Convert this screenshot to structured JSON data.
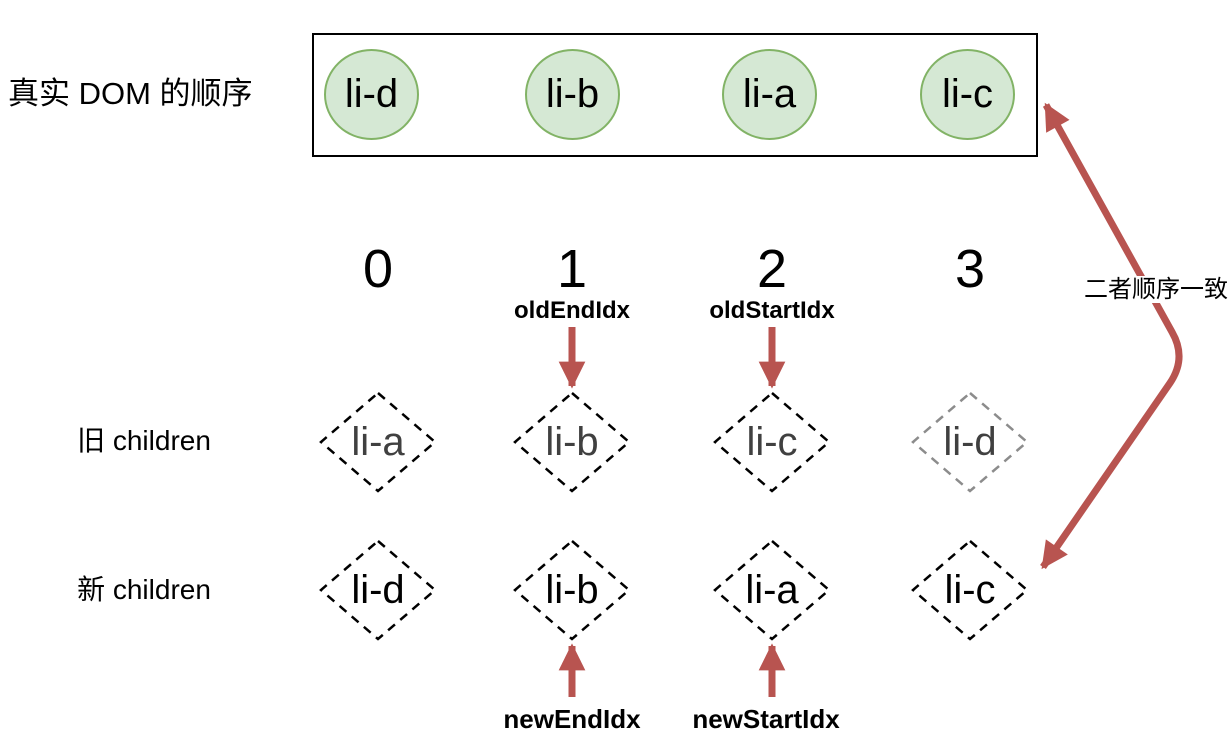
{
  "real_dom": {
    "label": "真实 DOM 的顺序",
    "nodes": [
      "li-d",
      "li-b",
      "li-a",
      "li-c"
    ]
  },
  "indices": [
    "0",
    "1",
    "2",
    "3"
  ],
  "pointers": {
    "old_end": "oldEndIdx",
    "old_start": "oldStartIdx",
    "new_end": "newEndIdx",
    "new_start": "newStartIdx"
  },
  "old_children": {
    "label": "旧 children",
    "nodes": [
      "li-a",
      "li-b",
      "li-c",
      "li-d"
    ]
  },
  "new_children": {
    "label": "新 children",
    "nodes": [
      "li-d",
      "li-b",
      "li-a",
      "li-c"
    ]
  },
  "annotation": "二者顺序一致",
  "colors": {
    "arrow_red": "#b85450",
    "node_green_fill": "#d5e8d4",
    "node_green_stroke": "#82b366",
    "old_node_text": "#404040",
    "faded_diamond_border": "#8c8c8c",
    "diamond_border": "#000000"
  }
}
